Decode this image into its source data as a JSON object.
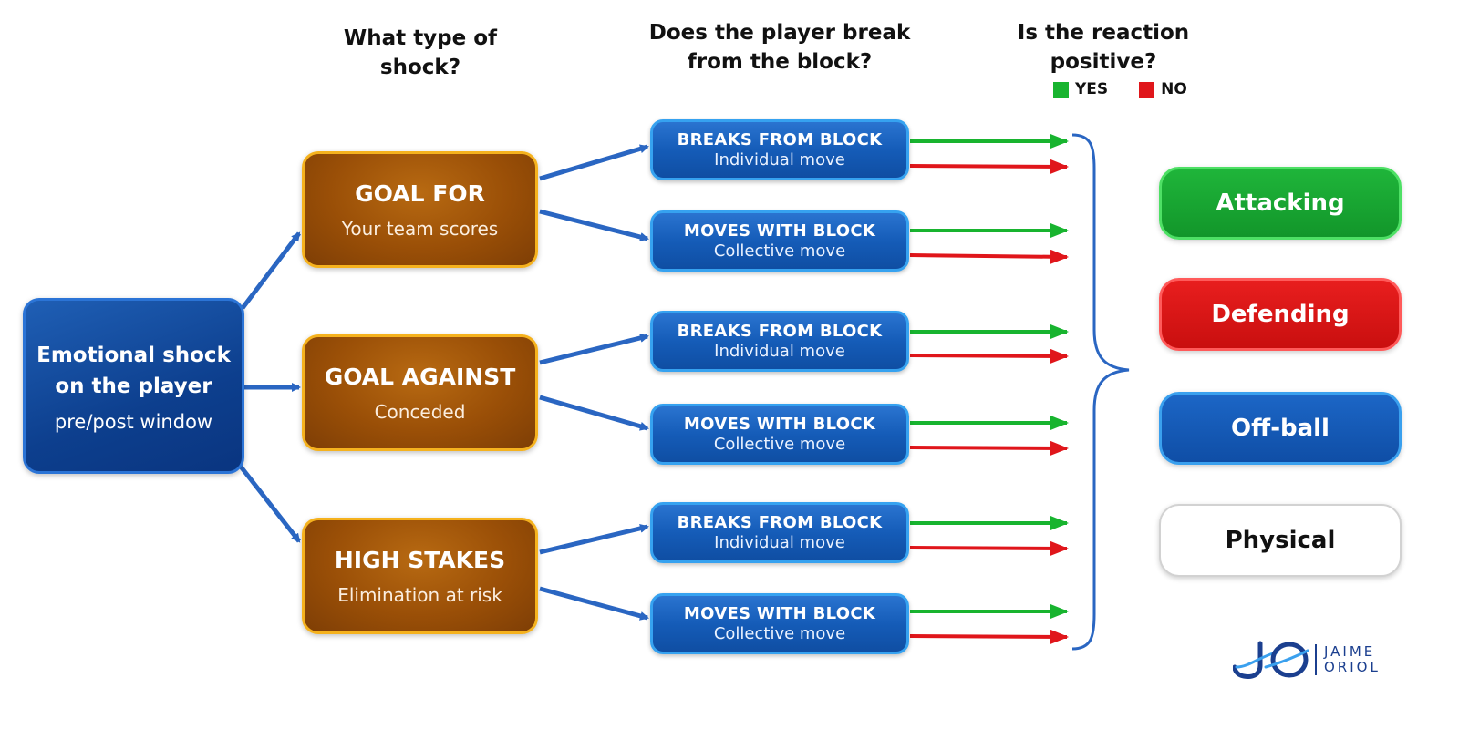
{
  "headers": {
    "shock_type": "What type of shock?",
    "break_line1": "Does the player break",
    "break_line2": "from the block?",
    "reaction_line1": "Is the reaction",
    "reaction_line2": "positive?"
  },
  "legend": [
    {
      "label": "YES",
      "color": "#18b42f"
    },
    {
      "label": "NO",
      "color": "#e0161b"
    }
  ],
  "origin": {
    "title_line1": "Emotional shock",
    "title_line2": "on the player",
    "subtitle": "pre/post window"
  },
  "shocks": [
    {
      "title": "GOAL FOR",
      "subtitle": "Your team scores"
    },
    {
      "title": "GOAL AGAINST",
      "subtitle": "Conceded"
    },
    {
      "title": "HIGH STAKES",
      "subtitle": "Elimination at risk"
    }
  ],
  "moves": [
    {
      "title": "BREAKS FROM BLOCK",
      "subtitle": "Individual move"
    },
    {
      "title": "MOVES WITH BLOCK",
      "subtitle": "Collective move"
    },
    {
      "title": "BREAKS FROM BLOCK",
      "subtitle": "Individual move"
    },
    {
      "title": "MOVES WITH BLOCK",
      "subtitle": "Collective move"
    },
    {
      "title": "BREAKS FROM BLOCK",
      "subtitle": "Individual move"
    },
    {
      "title": "MOVES WITH BLOCK",
      "subtitle": "Collective move"
    }
  ],
  "categories": [
    {
      "label": "Attacking",
      "color": "#12962a"
    },
    {
      "label": "Defending",
      "color": "#d11414"
    },
    {
      "label": "Off-ball",
      "color": "#1259b3"
    },
    {
      "label": "Physical",
      "color": "#ffffff"
    }
  ],
  "colors": {
    "connector_blue": "#2a66c2",
    "yes_arrow": "#18b42f",
    "no_arrow": "#e0161b",
    "shock_border": "#f5b21e"
  },
  "branding": {
    "line1": "JAIME",
    "line2": "ORIOL"
  }
}
